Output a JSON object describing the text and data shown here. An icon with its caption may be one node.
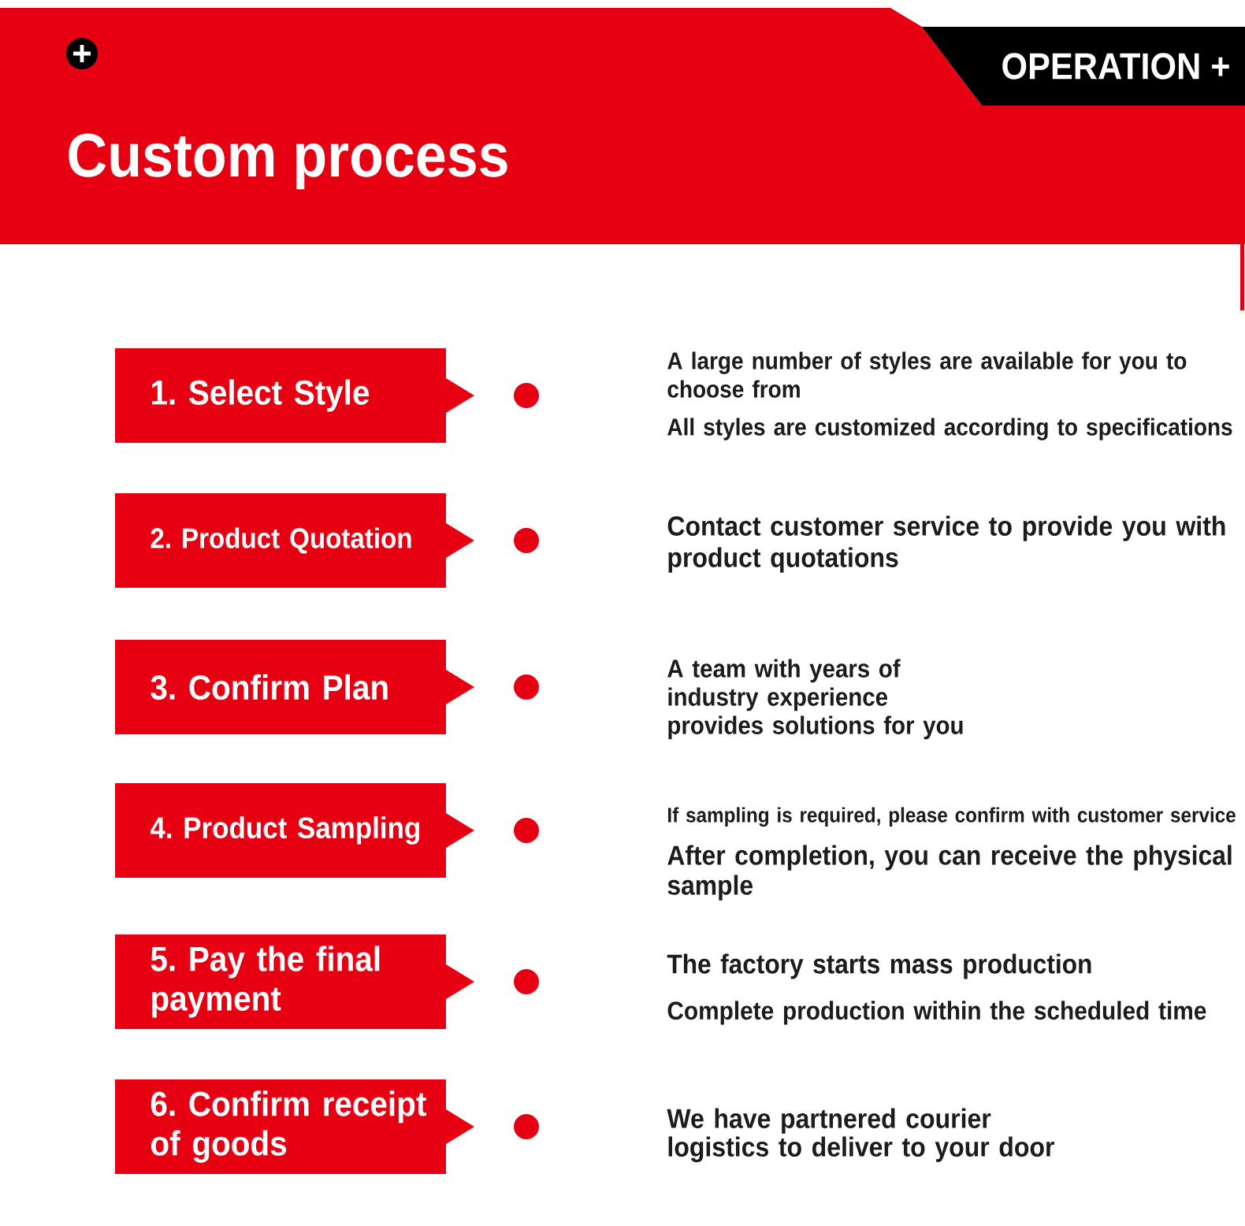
{
  "diagram": {
    "title": "Custom process",
    "nodes": [
      {
        "text": [
          "OPERATION +"
        ]
      },
      {
        "text": [
          "1. Select Style"
        ]
      },
      {
        "text": [
          "2. Product Quotation"
        ]
      },
      {
        "text": [
          "3. Confirm Plan"
        ]
      },
      {
        "text": [
          "4. Product Sampling"
        ]
      },
      {
        "text": [
          "5. Pay the final payment"
        ]
      },
      {
        "text": [
          "6. Confirm receipt of goods"
        ]
      }
    ],
    "labels": [
      "A large number of styles are available for you to choose from",
      "All styles are customized according to specifications",
      "Contact customer service to provide you with product quotations",
      "A team with years of industry experience provides solutions for you",
      "If sampling is required, please confirm with customer service",
      "After completion, you can receive the physical sample",
      "The factory starts mass production",
      "Complete production within the scheduled time",
      "We have partnered courier logistics to deliver to your door"
    ]
  }
}
